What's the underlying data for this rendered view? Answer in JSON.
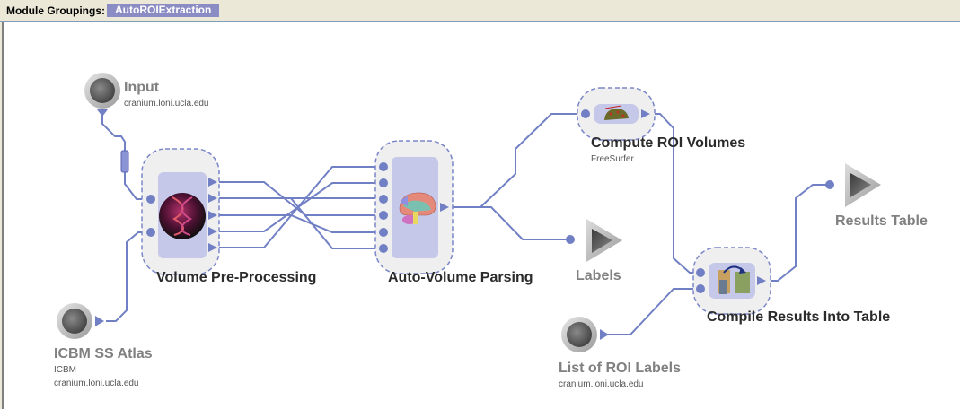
{
  "toolbar": {
    "module_groupings_label": "Module Groupings:",
    "active_grouping": "AutoROIExtraction"
  },
  "colors": {
    "wire": "#7180c4",
    "module_fill": "#c6c8ea",
    "group_fill": "#efefef",
    "group_border": "#7a86c8",
    "grouping_badge": "#8c8cc4",
    "label_gray": "#808080"
  },
  "inputs": [
    {
      "id": "input",
      "title": "Input",
      "lines": [
        "cranium.loni.ucla.edu"
      ],
      "icon": "data-source-icon"
    },
    {
      "id": "icbm",
      "title": "ICBM SS Atlas",
      "lines": [
        "ICBM",
        "cranium.loni.ucla.edu"
      ],
      "icon": "data-source-icon"
    },
    {
      "id": "roi-labels",
      "title": "List of ROI Labels",
      "lines": [
        "cranium.loni.ucla.edu"
      ],
      "icon": "data-source-icon"
    }
  ],
  "modules": [
    {
      "id": "volume-preprocessing",
      "title": "Volume Pre-Processing",
      "subtitle": "",
      "icon": "dna-sphere-icon"
    },
    {
      "id": "auto-volume-parsing",
      "title": "Auto-Volume Parsing",
      "subtitle": "",
      "icon": "brain-icon"
    },
    {
      "id": "compute-roi-volumes",
      "title": "Compute ROI Volumes",
      "subtitle": "FreeSurfer",
      "icon": "freesurfer-icon"
    },
    {
      "id": "compile-results",
      "title": "Compile Results Into Table",
      "subtitle": "",
      "icon": "table-transfer-icon"
    }
  ],
  "outputs": [
    {
      "id": "labels",
      "title": "Labels",
      "icon": "data-sink-icon"
    },
    {
      "id": "results-table",
      "title": "Results Table",
      "icon": "data-sink-icon"
    }
  ]
}
